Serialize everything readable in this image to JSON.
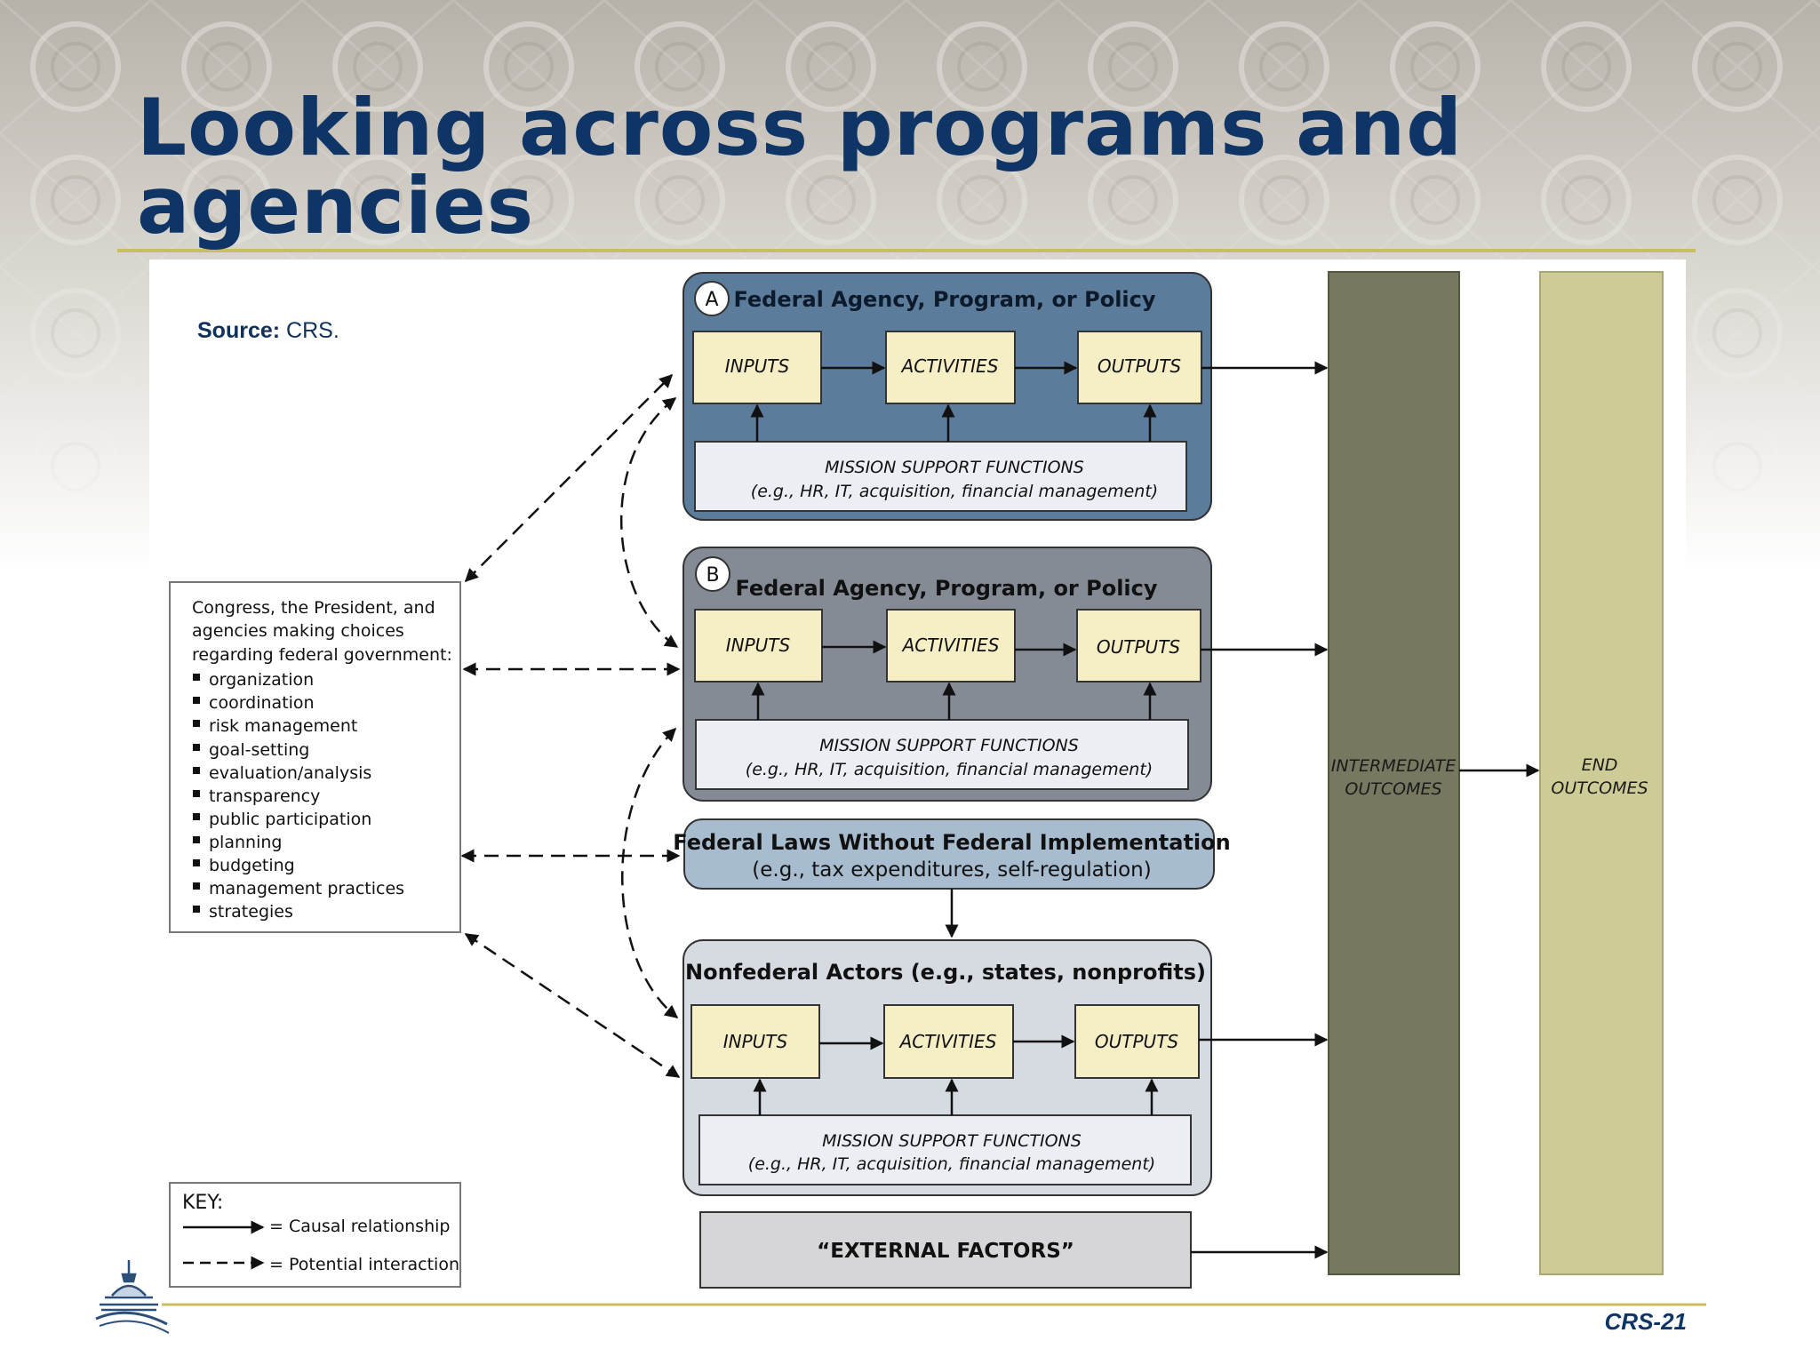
{
  "slide": {
    "title_lines": [
      "Looking across programs and",
      "agencies"
    ],
    "source_label": "Source:",
    "source_value": "CRS.",
    "page_number": "CRS-21"
  },
  "diagram": {
    "agency_a": {
      "marker": "A",
      "title": "Federal Agency, Program, or Policy",
      "inputs": "INPUTS",
      "activities": "ACTIVITIES",
      "outputs": "OUTPUTS",
      "support_line1": "MISSION SUPPORT FUNCTIONS",
      "support_line2": "(e.g., HR, IT, acquisition, financial management)"
    },
    "agency_b": {
      "marker": "B",
      "title": "Federal Agency, Program, or Policy",
      "inputs": "INPUTS",
      "activities": "ACTIVITIES",
      "outputs": "OUTPUTS",
      "support_line1": "MISSION SUPPORT FUNCTIONS",
      "support_line2": "(e.g., HR, IT, acquisition, financial management)"
    },
    "federal_laws": {
      "title": "Federal Laws Without Federal Implementation",
      "subtitle": "(e.g., tax expenditures, self-regulation)"
    },
    "nonfederal": {
      "title": "Nonfederal Actors (e.g., states, nonprofits)",
      "inputs": "INPUTS",
      "activities": "ACTIVITIES",
      "outputs": "OUTPUTS",
      "support_line1": "MISSION SUPPORT FUNCTIONS",
      "support_line2": "(e.g., HR, IT, acquisition, financial management)"
    },
    "external_factors": "“EXTERNAL FACTORS”",
    "intermediate_outcomes": [
      "INTERMEDIATE",
      "OUTCOMES"
    ],
    "end_outcomes": [
      "END",
      "OUTCOMES"
    ],
    "choices": {
      "intro": [
        "Congress, the President, and",
        "agencies making choices",
        "regarding federal government:"
      ],
      "items": [
        "organization",
        "coordination",
        "risk management",
        "goal-setting",
        "evaluation/analysis",
        "transparency",
        "public participation",
        "planning",
        "budgeting",
        "management practices",
        "strategies"
      ]
    },
    "key": {
      "title": "KEY:",
      "causal": "= Causal relationship",
      "potential": "= Potential interaction"
    }
  },
  "colors": {
    "title": "#0f3566",
    "agency_a_fill": "#5b7c9a",
    "agency_b_fill": "#858b95",
    "laws_fill": "#a8bccf",
    "nonfederal_fill": "#d6dbe2",
    "step_fill": "#f6eec4",
    "intermediate_fill": "#76785f",
    "end_fill": "#cdcb96",
    "external_fill": "#d6d6d8",
    "rule": "#c8bf5a"
  }
}
